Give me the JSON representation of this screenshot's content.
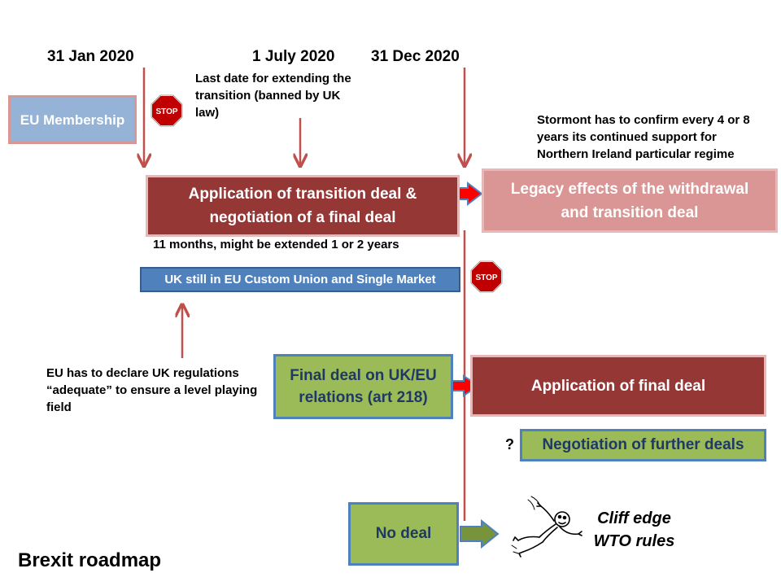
{
  "dates": {
    "jan": "31 Jan 2020",
    "jul": "1 July 2020",
    "dec": "31 Dec 2020"
  },
  "notes": {
    "extension_deadline": "Last date for extending the transition (banned by UK law)",
    "stormont": "Stormont has to confirm every 4 or 8 years its continued support for Northern Ireland particular regime",
    "duration": "11 months, might be extended 1 or 2 years",
    "eu_regulations": "EU has to declare UK regulations “adequate” to ensure a level playing field",
    "question_mark": "?"
  },
  "boxes": {
    "eu_membership": "EU Membership",
    "transition": "Application of transition deal & negotiation of a final deal",
    "legacy": "Legacy effects of the withdrawal and transition deal",
    "custom_union": "UK still in EU Custom Union and Single Market",
    "final_deal": "Final deal on UK/EU relations (art 218)",
    "application_final": "Application of final deal",
    "further_deals": "Negotiation of further deals",
    "no_deal": "No deal"
  },
  "stop_sign_text": "STOP",
  "cliff_edge": {
    "line1": "Cliff edge",
    "line2": "WTO rules"
  },
  "title": "Brexit  roadmap",
  "colors": {
    "timeline_arrow": "#c0504d",
    "block_arrow_fill": "#ff0000",
    "block_arrow_border": "#4f81bd",
    "nodeal_arrow": "#77933c",
    "dark_red_box": "#953735",
    "pink_box": "#d99694",
    "blue_box": "#4f81bd",
    "light_blue_box": "#95b3d7",
    "green_box": "#9bbb59",
    "green_text": "#1f3864",
    "stop_sign": "#c00000"
  },
  "icons": [
    "stop-sign-icon",
    "falling-man-icon"
  ]
}
